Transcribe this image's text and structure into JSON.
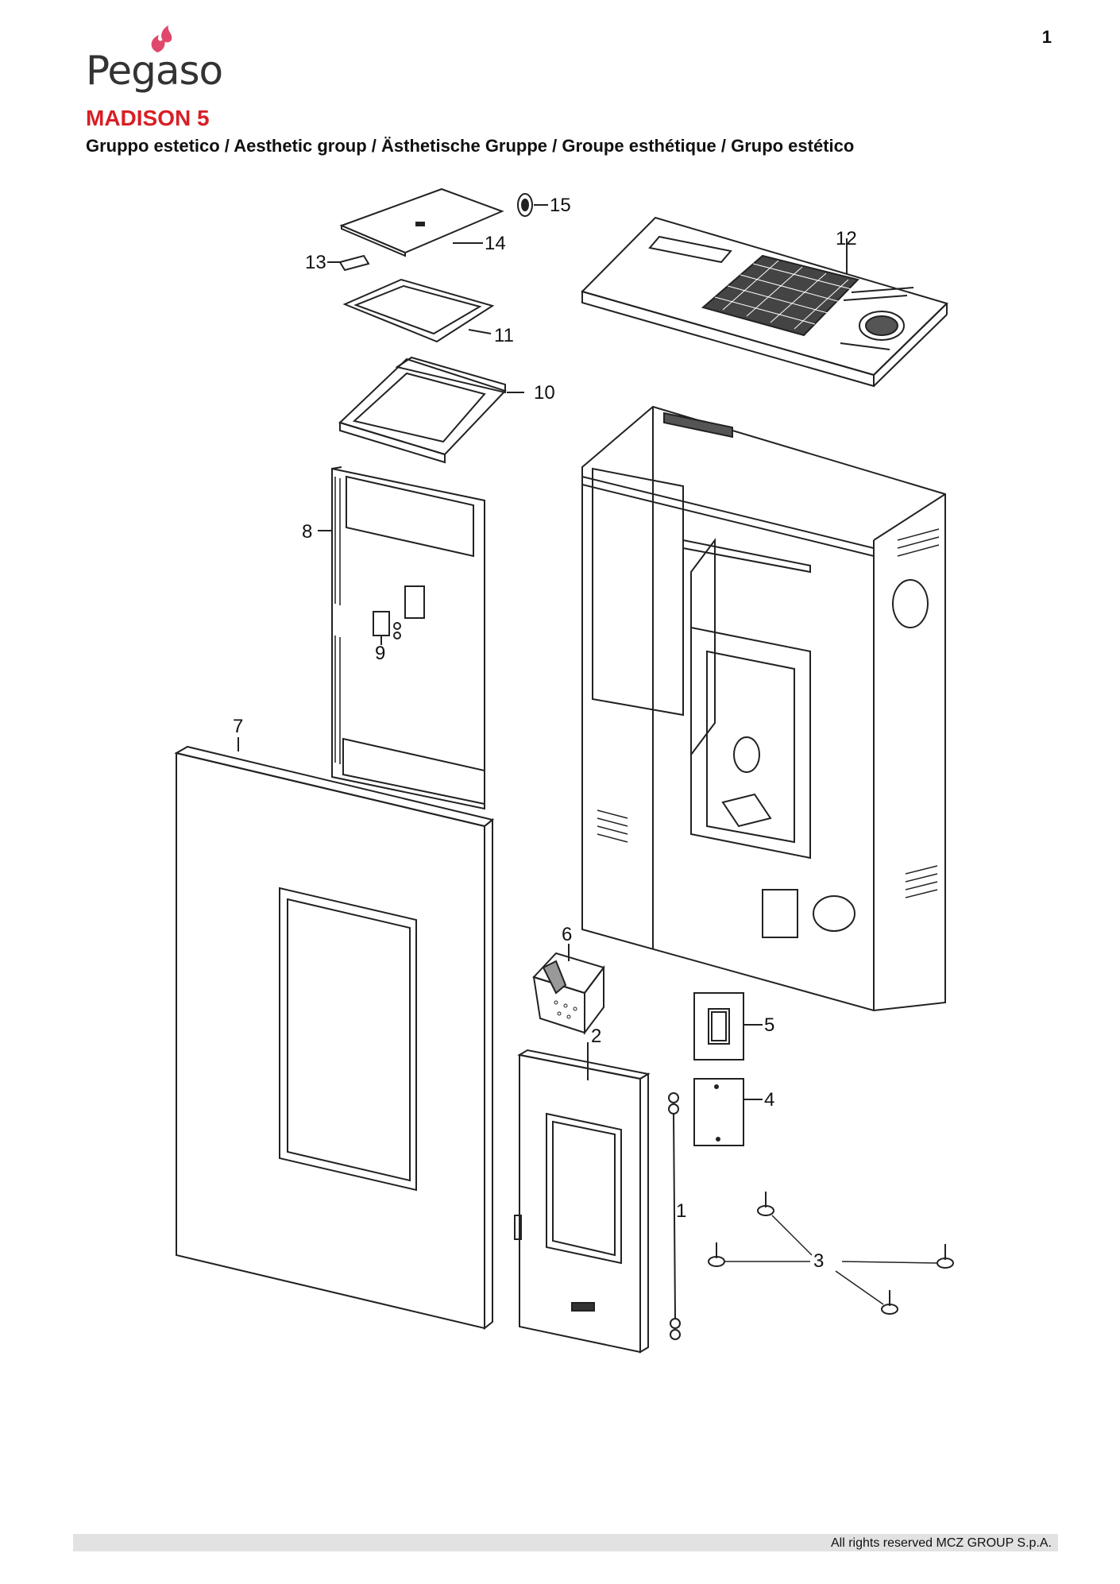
{
  "header": {
    "page_number": "1",
    "brand": "Pegaso",
    "title": "MADISON 5",
    "subtitle": "Gruppo estetico / Aesthetic group / Ästhetische Gruppe / Groupe esthétique / Grupo estético"
  },
  "colors": {
    "title": "#d81f26",
    "flame": "#e0486b",
    "footer_bar": "#e2e2e2"
  },
  "parts": {
    "p1": "1",
    "p2": "2",
    "p3": "3",
    "p4": "4",
    "p5": "5",
    "p6": "6",
    "p7": "7",
    "p8": "8",
    "p9": "9",
    "p10": "10",
    "p11": "11",
    "p12": "12",
    "p13": "13",
    "p14": "14",
    "p15": "15"
  },
  "footer": {
    "copyright": "All rights reserved MCZ GROUP S.p.A."
  }
}
